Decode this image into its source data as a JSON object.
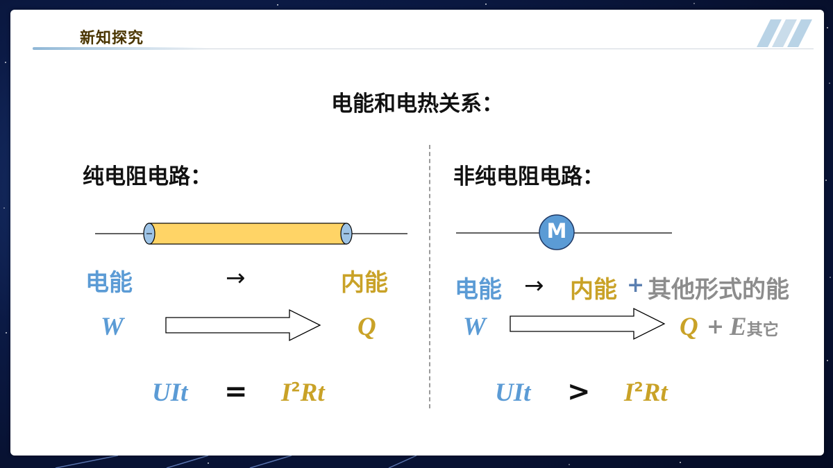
{
  "header": {
    "section_title": "新知探究"
  },
  "main_title": "电能和电热关系：",
  "left": {
    "title": "纯电阻电路：",
    "energy_in": "电能",
    "arrow": "→",
    "energy_out": "内能",
    "var_in": "W",
    "var_out": "Q",
    "formula_left": "UIt",
    "formula_op": "=",
    "formula_right_base": "I",
    "formula_right_sup": "2",
    "formula_right_rest": "Rt"
  },
  "right": {
    "title": "非纯电阻电路：",
    "motor_label": "M",
    "energy_in": "电能",
    "arrow": "→",
    "energy_out": "内能",
    "plus": "+",
    "energy_other": "其他形式的能",
    "var_in": "W",
    "var_out": "Q",
    "var_plus": "+",
    "var_other": "E",
    "var_other_sub": "其它",
    "formula_left": "UIt",
    "formula_op": ">",
    "formula_right_base": "I",
    "formula_right_sup": "2",
    "formula_right_rest": "Rt"
  },
  "colors": {
    "blue": "#5b9bd5",
    "gold": "#c9a227",
    "gray": "#8c8c8c",
    "resistor_fill": "#ffd466",
    "motor_fill": "#5b9bd5"
  }
}
